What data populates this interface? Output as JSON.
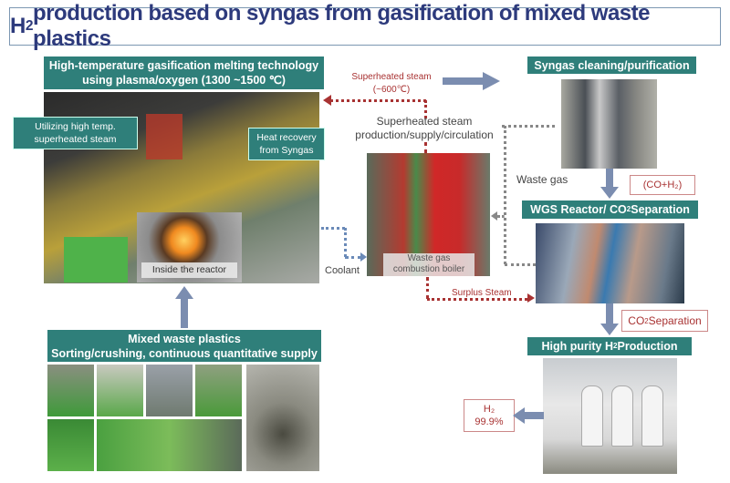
{
  "title": {
    "pre": "H",
    "sub": "2",
    "post": " production based on syngas from gasification of mixed waste plastics"
  },
  "gasification": {
    "header_line1": "High-temperature gasification melting technology",
    "header_line2": "using plasma/oxygen (1300 ~1500 ℃)",
    "label_steam": "Utilizing high temp. superheated steam",
    "label_heat": "Heat recovery from Syngas",
    "label_reactor": "Inside the reactor"
  },
  "plastics": {
    "header_line1": "Mixed waste plastics",
    "header_line2": "Sorting/crushing, continuous quantitative supply"
  },
  "steam": {
    "superheated": "Superheated steam",
    "temp": "(~600℃)",
    "production": "Superheated steam production/supply/circulation",
    "boiler": "Waste gas combustion boiler",
    "coolant": "Coolant",
    "surplus": "Surplus Steam"
  },
  "syngas": {
    "header": "Syngas cleaning/purification",
    "waste_gas": "Waste gas",
    "co_h2": "(CO+H₂)"
  },
  "wgs": {
    "header_pre": "WGS Reactor/ CO",
    "header_sub": "2",
    "header_post": " Separation",
    "co2_pre": "CO",
    "co2_sub": "2",
    "co2_post": " Separation"
  },
  "h2": {
    "header_pre": "High purity H",
    "header_sub": "2",
    "header_post": " Production",
    "purity_label": "H₂",
    "purity_value": "99.9%"
  },
  "colors": {
    "teal": "#2f7f7a",
    "navy": "#2d3a7c",
    "red": "#a83232",
    "arrow": "#7b8db0"
  }
}
